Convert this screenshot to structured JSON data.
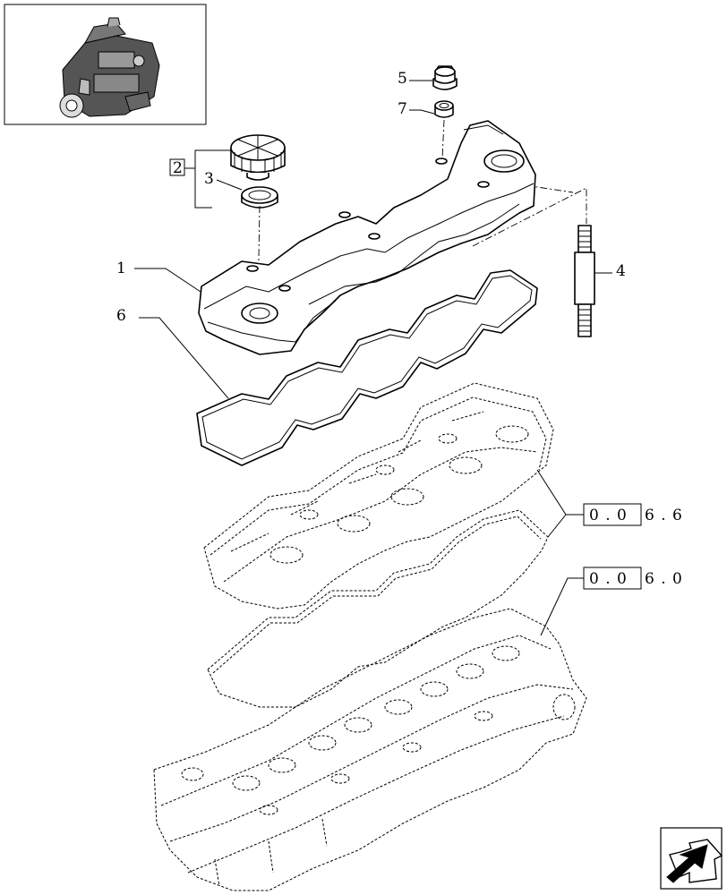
{
  "callouts": {
    "p1": "1",
    "p2": "2",
    "p3": "3",
    "p4": "4",
    "p5": "5",
    "p6": "6",
    "p7": "7"
  },
  "references": {
    "ref_a_boxed": "0 . 0",
    "ref_a_tail": "6 . 6",
    "ref_b_boxed": "0 . 0",
    "ref_b_tail": "6 . 0"
  },
  "icons": {
    "thumbnail": "engine-thumbnail",
    "navigation": "next-page-arrow-icon"
  }
}
